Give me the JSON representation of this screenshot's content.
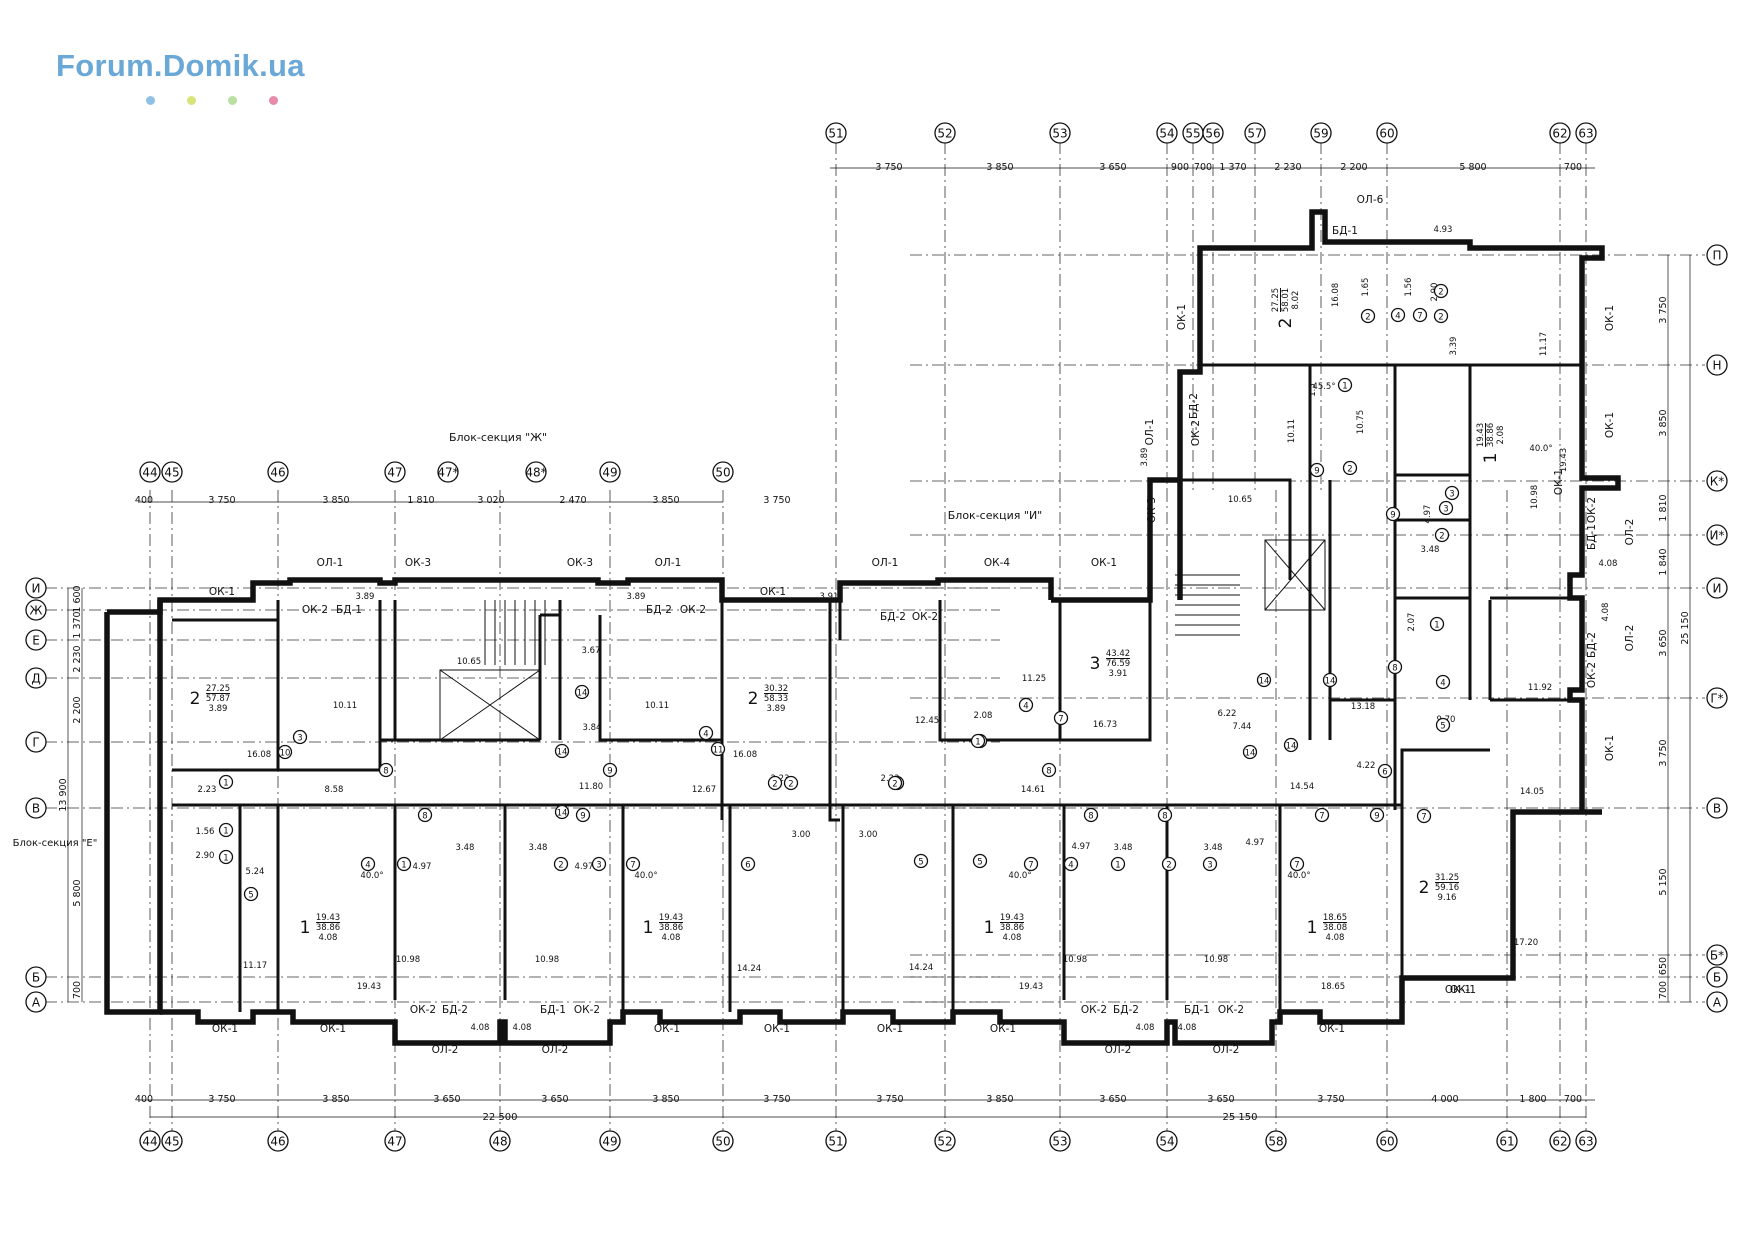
{
  "logo": {
    "text": "Forum.Domik.ua",
    "color": "#6aa8d8",
    "dot_colors": [
      "#8fc0e6",
      "#d7e47a",
      "#b8e0a0",
      "#e88aa8"
    ]
  },
  "sections": {
    "zh": "Блок-секция \"Ж\"",
    "i": "Блок-секция \"И\"",
    "e": "Блок-секция \"Е\""
  },
  "axes_bottom": [
    "44",
    "45",
    "46",
    "47",
    "48",
    "49",
    "50",
    "51",
    "52",
    "53",
    "54",
    "58",
    "60",
    "61",
    "62",
    "63"
  ],
  "axes_top_right": [
    "51",
    "52",
    "53",
    "54",
    "55",
    "56",
    "57",
    "59",
    "60",
    "62",
    "63"
  ],
  "axes_top_left": [
    "44",
    "45",
    "46",
    "47",
    "47*",
    "48*",
    "49",
    "50"
  ],
  "axes_rows_left": [
    "И",
    "Ж",
    "Е",
    "Д",
    "Г",
    "В",
    "Б",
    "А"
  ],
  "axes_rows_right": [
    "П",
    "Н",
    "К*",
    "И*",
    "И",
    "Г*",
    "В",
    "Б*",
    "Б",
    "А"
  ],
  "dims_top_left": [
    "400",
    "3 750",
    "3 850",
    "1 810",
    "3 020",
    "2 470",
    "3 850",
    "3 750"
  ],
  "dims_top_right": [
    "3 750",
    "3 850",
    "3 650",
    "900",
    "700",
    "1 370",
    "2 230",
    "2 200",
    "5 800",
    "700"
  ],
  "dims_bottom": [
    "400",
    "3 750",
    "3 850",
    "3 650",
    "3 650",
    "3 850",
    "3 750",
    "3 750",
    "3 850",
    "3 650",
    "3 650",
    "3 750",
    "4 000",
    "1 800",
    "700"
  ],
  "dims_bottom_total": [
    "22 500",
    "25 150"
  ],
  "dims_left": [
    "1 600",
    "1 370",
    "2 230",
    "2 200",
    "5 800",
    "700"
  ],
  "dims_left_total": "13 900",
  "dims_right": [
    "3 750",
    "3 850",
    "1 810",
    "1 840",
    "3 650",
    "3 750",
    "5 150",
    "650",
    "700"
  ],
  "dims_right_total": "25 150",
  "openings_top": [
    "ОЛ-1",
    "ОК-3",
    "ОК-3",
    "ОЛ-1",
    "ОЛ-1",
    "ОК-4",
    "ОК-1",
    "ОК-1",
    "ОК-1"
  ],
  "openings_bottom": [
    "ОК-1",
    "ОК-1",
    "ОЛ-2",
    "ОЛ-2",
    "ОК-1",
    "ОК-1",
    "ОК-1",
    "ОК-1",
    "ОЛ-2",
    "ОЛ-2",
    "ОК-1",
    "ОК-1"
  ],
  "openings_misc": [
    "ОК-2",
    "БД-1",
    "БД-2",
    "ОК-2",
    "БД-2",
    "ОК-2",
    "ОК-2",
    "БД-2",
    "БД-1",
    "ОК-2",
    "ОК-2",
    "БД-2",
    "БД-1",
    "ОК-2",
    "ОЛ-6",
    "БД-1",
    "ОК-1",
    "ОК-1",
    "ОК-1",
    "ОК-1",
    "ОК-1",
    "ОЛ-1",
    "ОК-2",
    "БД-2",
    "ОК-3",
    "БД-1",
    "ОК-2",
    "ОК-2",
    "БД-2",
    "ОЛ-2",
    "ОЛ-2",
    "ОК-1"
  ],
  "apartments": [
    {
      "rooms": "2",
      "area": "27.25",
      "total": "57.87",
      "extra": "3.89"
    },
    {
      "rooms": "2",
      "area": "30.32",
      "total": "58.33",
      "extra": "3.89"
    },
    {
      "rooms": "3",
      "area": "43.42",
      "total": "76.59",
      "extra": "3.91"
    },
    {
      "rooms": "1",
      "area": "19.43",
      "total": "38.86",
      "extra": "4.08"
    },
    {
      "rooms": "1",
      "area": "19.43",
      "total": "38.86",
      "extra": "4.08"
    },
    {
      "rooms": "1",
      "area": "19.43",
      "total": "38.86",
      "extra": "4.08"
    },
    {
      "rooms": "1",
      "area": "18.65",
      "total": "38.08",
      "extra": "4.08"
    },
    {
      "rooms": "2",
      "area": "31.25",
      "total": "59.16",
      "extra": "9.16"
    },
    {
      "rooms": "2",
      "area": "27.25",
      "total": "58.01",
      "extra": "8.02"
    },
    {
      "rooms": "1",
      "area": "19.43",
      "total": "38.86",
      "extra": "2.08"
    }
  ],
  "room_areas": [
    "3.89",
    "3.89",
    "3.91",
    "10.11",
    "10.65",
    "3.67",
    "10.11",
    "16.08",
    "16.08",
    "3.84",
    "12.45",
    "2.08",
    "11.25",
    "16.73",
    "2.23",
    "8.58",
    "11.80",
    "12.67",
    "2.23",
    "2.23",
    "14.61",
    "1.56",
    "2.90",
    "5.24",
    "3.48",
    "3.48",
    "3.00",
    "3.00",
    "3.48",
    "3.48",
    "4.97",
    "4.97",
    "4.97",
    "4.97",
    "11.17",
    "10.98",
    "10.98",
    "19.43",
    "14.24",
    "14.24",
    "10.98",
    "10.98",
    "19.43",
    "18.65",
    "4.08",
    "4.08",
    "4.08",
    "4.08",
    "10.65",
    "7.44",
    "6.22",
    "13.18",
    "14.54",
    "4.22",
    "9.70",
    "11.92",
    "14.05",
    "17.20",
    "4.08",
    "4.08",
    "2.07",
    "3.48",
    "4.97",
    "10.98",
    "19.43",
    "10.75",
    "10.11",
    "3.89",
    "16.08",
    "1.65",
    "1.56",
    "2.90",
    "3.39",
    "11.17",
    "4.93",
    "1.5",
    "40.0°",
    "40.0°",
    "40.0°",
    "40.0°",
    "40.0°",
    "45.5°"
  ],
  "markers": [
    "10",
    "3",
    "1",
    "1",
    "1",
    "5",
    "8",
    "14",
    "14",
    "8",
    "9",
    "9",
    "14",
    "4",
    "11",
    "2",
    "2",
    "2",
    "2",
    "6",
    "5",
    "6",
    "5",
    "1",
    "4",
    "7",
    "8",
    "8",
    "8",
    "9",
    "7",
    "4",
    "1",
    "2",
    "3",
    "7",
    "7",
    "4",
    "1",
    "2",
    "3",
    "7",
    "14",
    "14",
    "14",
    "14",
    "6",
    "7",
    "5",
    "4",
    "8",
    "9",
    "2",
    "3",
    "1",
    "2",
    "1",
    "2",
    "9",
    "3",
    "7",
    "4",
    "2",
    "2"
  ]
}
